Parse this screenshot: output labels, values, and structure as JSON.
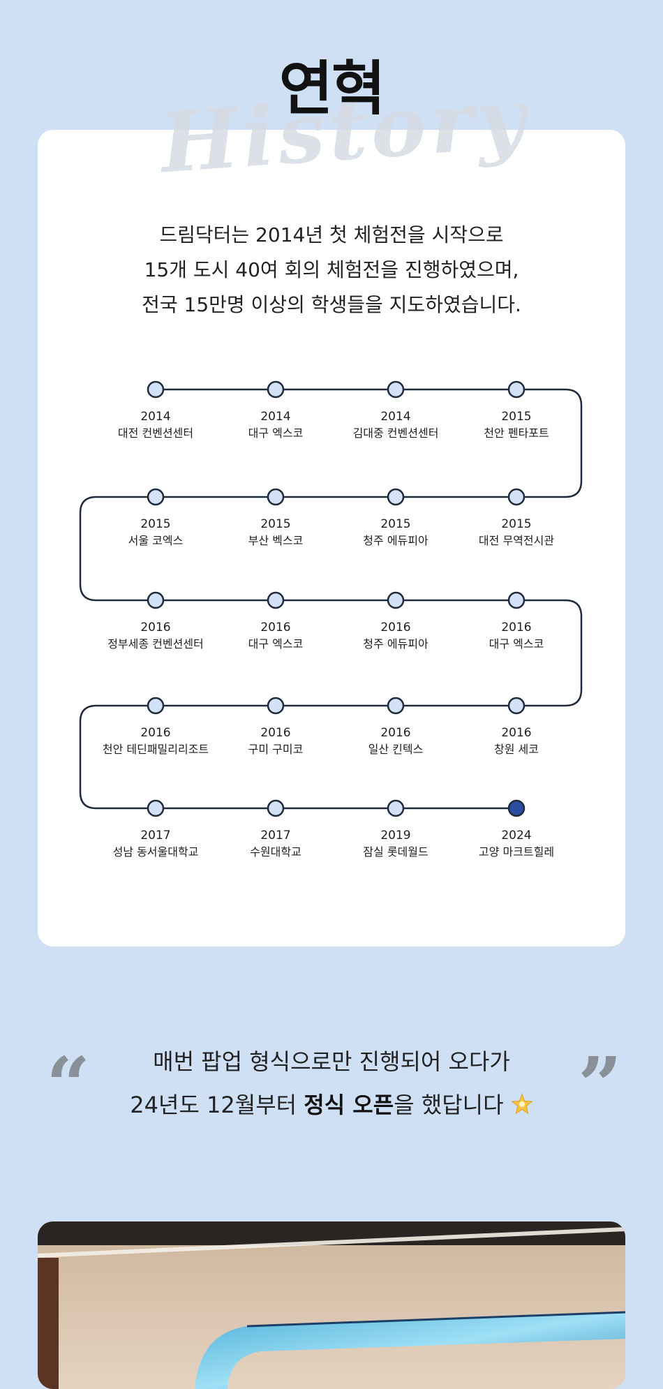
{
  "header": {
    "title": "연혁",
    "watermark": "History"
  },
  "intro": {
    "lines": [
      "드림닥터는 2014년 첫 체험전을 시작으로",
      "15개 도시 40여 회의 체험전을 진행하였으며,",
      "전국 15만명 이상의 학생들을 지도하였습니다."
    ]
  },
  "timeline": {
    "items": [
      {
        "year": "2014",
        "place": "대전 컨벤션센터"
      },
      {
        "year": "2014",
        "place": "대구 엑스코"
      },
      {
        "year": "2014",
        "place": "김대중 컨벤션센터"
      },
      {
        "year": "2015",
        "place": "천안 펜타포트"
      },
      {
        "year": "2015",
        "place": "서울 코엑스"
      },
      {
        "year": "2015",
        "place": "부산 벡스코"
      },
      {
        "year": "2015",
        "place": "청주 에듀피아"
      },
      {
        "year": "2015",
        "place": "대전 무역전시관"
      },
      {
        "year": "2016",
        "place": "정부세종 컨벤션센터"
      },
      {
        "year": "2016",
        "place": "대구 엑스코"
      },
      {
        "year": "2016",
        "place": "청주 에듀피아"
      },
      {
        "year": "2016",
        "place": "대구 엑스코"
      },
      {
        "year": "2016",
        "place": "천안 테딘패밀리리조트"
      },
      {
        "year": "2016",
        "place": "구미 구미코"
      },
      {
        "year": "2016",
        "place": "일산 킨텍스"
      },
      {
        "year": "2016",
        "place": "창원 세코"
      },
      {
        "year": "2017",
        "place": "성남 동서울대학교"
      },
      {
        "year": "2017",
        "place": "수원대학교"
      },
      {
        "year": "2019",
        "place": "잠실 롯데월드"
      },
      {
        "year": "2024",
        "place": "고양 마크트힐레"
      }
    ],
    "colors": {
      "line": "#1f2b3a",
      "node_fill": "#d3e2f6",
      "node_current": "#2a4d9e"
    }
  },
  "quote": {
    "line1": "매번 팝업 형식으로만 진행되어 오다가",
    "line2_prefix": "24년도 12월부터 ",
    "line2_bold": "정식 오픈",
    "line2_suffix": "을 했답니다",
    "open_mark": "“",
    "close_mark": "”",
    "icon": "sparkle-star-icon"
  },
  "colors": {
    "background": "#cfe0f5",
    "card": "#ffffff"
  }
}
